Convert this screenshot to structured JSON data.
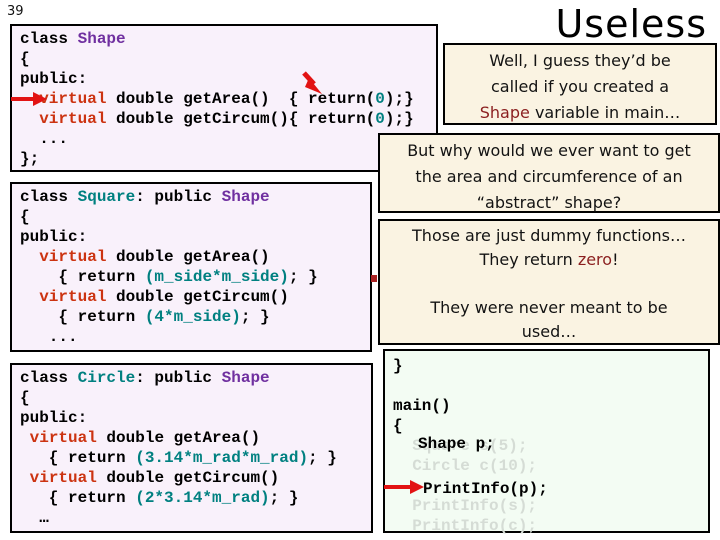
{
  "slide": {
    "number": "39",
    "title": "Useless"
  },
  "colors": {
    "code-bg": "#f9f1fb",
    "main-bg": "#f3fcf3",
    "bubble-bg": "#faf3e2",
    "border": "#000000",
    "teal": "#008080",
    "purple": "#7030a0",
    "virtual-red": "#cc3311",
    "accent-red": "#8b1f1f",
    "arrow-red": "#e21313",
    "dot-red": "#aa2222",
    "ghost": "#d5dcd5"
  },
  "code_shape": {
    "lines": [
      [
        [
          "k",
          "class "
        ],
        [
          "p",
          "Shape"
        ]
      ],
      [
        [
          "k",
          "{"
        ]
      ],
      [
        [
          "k",
          "public:"
        ]
      ],
      [
        [
          "k",
          "  "
        ],
        [
          "v",
          "virtual"
        ],
        [
          "k",
          " double getArea()  { return("
        ],
        [
          "t",
          "0"
        ],
        [
          "k",
          ");}"
        ]
      ],
      [
        [
          "k",
          "  "
        ],
        [
          "v",
          "virtual"
        ],
        [
          "k",
          " double getCircum(){ return("
        ],
        [
          "t",
          "0"
        ],
        [
          "k",
          ");}"
        ]
      ],
      [
        [
          "k",
          "  ..."
        ]
      ],
      [
        [
          "k",
          "};"
        ]
      ]
    ]
  },
  "code_square": {
    "lines": [
      [
        [
          "k",
          "class "
        ],
        [
          "t",
          "Square"
        ],
        [
          "k",
          ": public "
        ],
        [
          "p",
          "Shape"
        ]
      ],
      [
        [
          "k",
          "{"
        ]
      ],
      [
        [
          "k",
          "public:"
        ]
      ],
      [
        [
          "k",
          "  "
        ],
        [
          "v",
          "virtual"
        ],
        [
          "k",
          " double getArea()"
        ]
      ],
      [
        [
          "k",
          "    { return "
        ],
        [
          "t",
          "(m_side*m_side)"
        ],
        [
          "k",
          "; }"
        ]
      ],
      [
        [
          "k",
          "  "
        ],
        [
          "v",
          "virtual"
        ],
        [
          "k",
          " double getCircum()"
        ]
      ],
      [
        [
          "k",
          "    { return "
        ],
        [
          "t",
          "(4*m_side)"
        ],
        [
          "k",
          "; }"
        ]
      ],
      [
        [
          "k",
          "   ..."
        ]
      ]
    ]
  },
  "code_circle": {
    "lines": [
      [
        [
          "k",
          "class "
        ],
        [
          "t",
          "Circle"
        ],
        [
          "k",
          ": public "
        ],
        [
          "p",
          "Shape"
        ]
      ],
      [
        [
          "k",
          "{"
        ]
      ],
      [
        [
          "k",
          "public:"
        ]
      ],
      [
        [
          "k",
          " "
        ],
        [
          "v",
          "virtual"
        ],
        [
          "k",
          " double getArea()"
        ]
      ],
      [
        [
          "k",
          "   { return "
        ],
        [
          "t",
          "(3.14*m_rad*m_rad)"
        ],
        [
          "k",
          "; }"
        ]
      ],
      [
        [
          "k",
          " "
        ],
        [
          "v",
          "virtual"
        ],
        [
          "k",
          " double getCircum()"
        ]
      ],
      [
        [
          "k",
          "   { return "
        ],
        [
          "t",
          "(2*3.14*m_rad)"
        ],
        [
          "k",
          "; }"
        ]
      ],
      [
        [
          "k",
          "  …"
        ]
      ]
    ]
  },
  "code_main": {
    "lines": [
      [
        [
          "k",
          "}"
        ]
      ],
      [],
      [
        [
          "k",
          "main()"
        ]
      ],
      [
        [
          "k",
          "{"
        ]
      ],
      [
        [
          "g",
          "  Square s(5);"
        ]
      ],
      [
        [
          "g",
          "  Circle c(10);"
        ]
      ],
      [],
      [
        [
          "g",
          "  PrintInfo(s);"
        ]
      ],
      [
        [
          "g",
          "  PrintInfo(c);"
        ]
      ]
    ]
  },
  "overlays": {
    "shape_p": "Shape p;",
    "printinfo_p": "PrintInfo(p);"
  },
  "bubble1": {
    "lines": [
      [
        [
          "b",
          "Well, I guess they’d be"
        ]
      ],
      [
        [
          "b",
          "called if you created a"
        ]
      ],
      [
        [
          "red",
          "Shape"
        ],
        [
          "b",
          " variable in main…"
        ]
      ]
    ]
  },
  "bubble2": {
    "lines": [
      [
        [
          "b",
          "But why would we ever want to get"
        ]
      ],
      [
        [
          "b",
          "the area and circumference of an"
        ]
      ],
      [
        [
          "b",
          "“abstract” shape?"
        ]
      ]
    ]
  },
  "bubble3": {
    "lines": [
      [
        [
          "b",
          "Those are just dummy functions…"
        ]
      ],
      [
        [
          "b",
          "They return "
        ],
        [
          "red",
          "zero"
        ],
        [
          "b",
          "!"
        ]
      ],
      [],
      [
        [
          "b",
          "They were never meant to be"
        ]
      ],
      [
        [
          "b",
          "used…"
        ]
      ]
    ]
  }
}
